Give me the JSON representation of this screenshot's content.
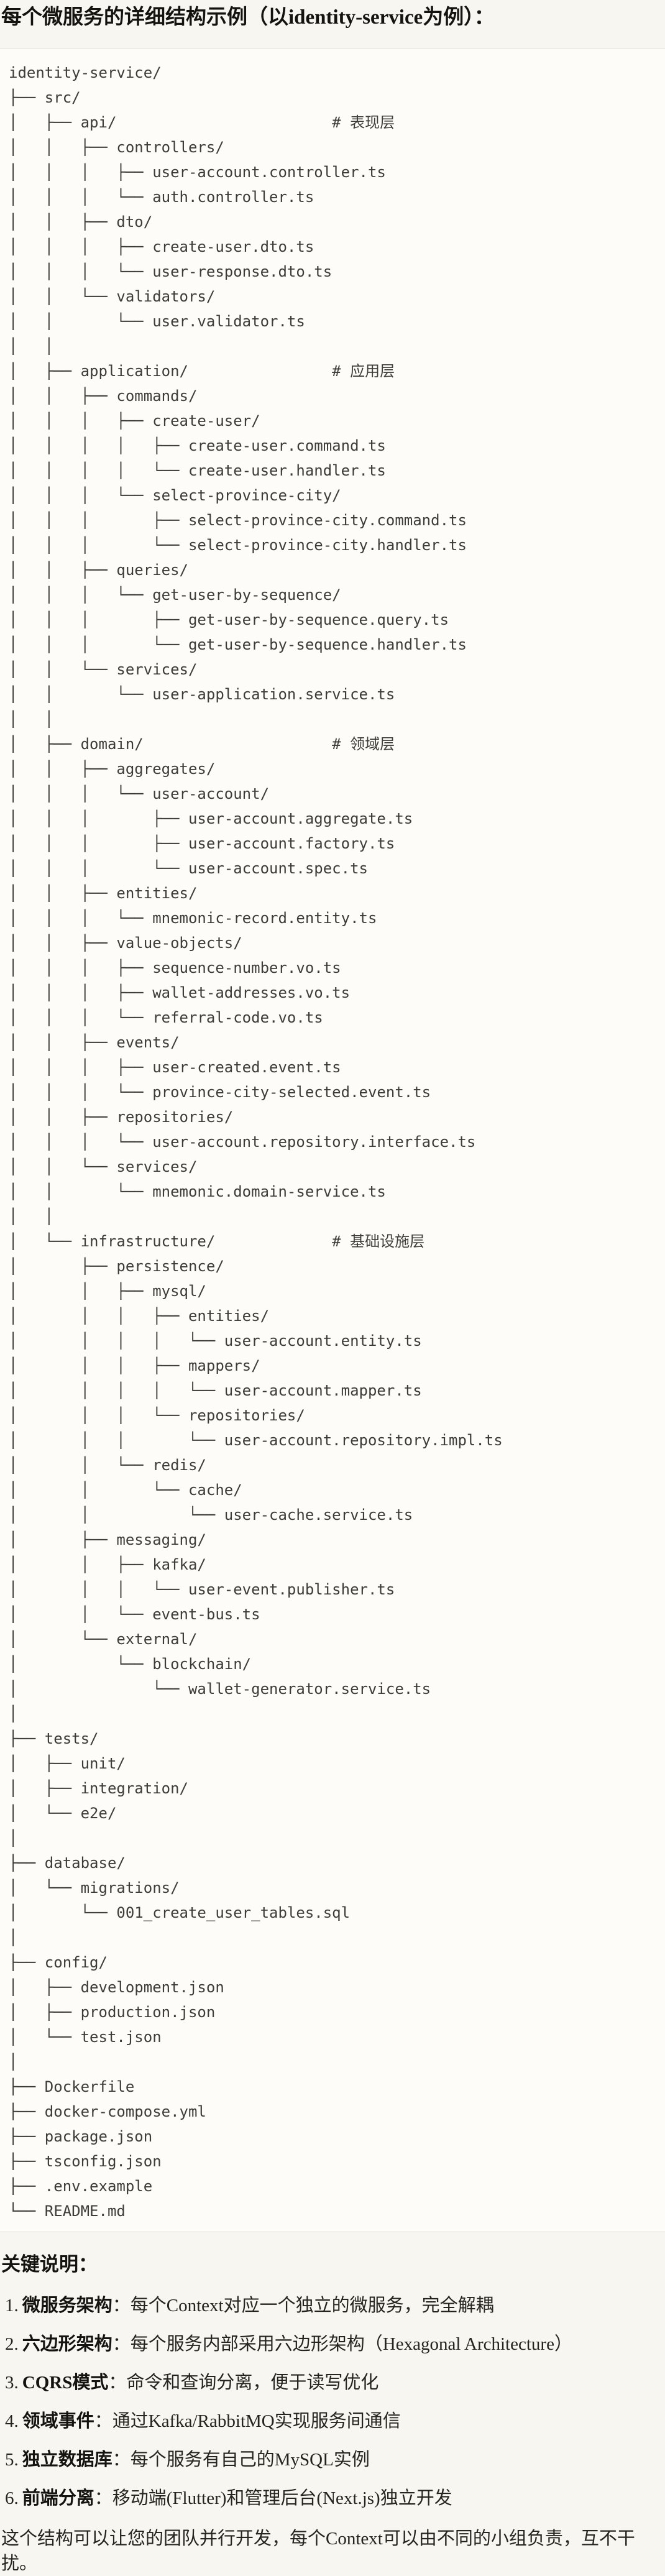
{
  "title": "每个微服务的详细结构示例（以identity-service为例）：",
  "colors": {
    "page_background": "#F8F6F0",
    "code_background": "#FDFCF9",
    "code_border": "#DCD9D2",
    "code_text": "#3D3C38",
    "heading_text": "#141310",
    "body_text": "#26241F"
  },
  "tree": {
    "lines": [
      "identity-service/",
      "├── src/",
      "│   ├── api/                        # 表现层",
      "│   │   ├── controllers/",
      "│   │   │   ├── user-account.controller.ts",
      "│   │   │   └── auth.controller.ts",
      "│   │   ├── dto/",
      "│   │   │   ├── create-user.dto.ts",
      "│   │   │   └── user-response.dto.ts",
      "│   │   └── validators/",
      "│   │       └── user.validator.ts",
      "│   │",
      "│   ├── application/                # 应用层",
      "│   │   ├── commands/",
      "│   │   │   ├── create-user/",
      "│   │   │   │   ├── create-user.command.ts",
      "│   │   │   │   └── create-user.handler.ts",
      "│   │   │   └── select-province-city/",
      "│   │   │       ├── select-province-city.command.ts",
      "│   │   │       └── select-province-city.handler.ts",
      "│   │   ├── queries/",
      "│   │   │   └── get-user-by-sequence/",
      "│   │   │       ├── get-user-by-sequence.query.ts",
      "│   │   │       └── get-user-by-sequence.handler.ts",
      "│   │   └── services/",
      "│   │       └── user-application.service.ts",
      "│   │",
      "│   ├── domain/                     # 领域层",
      "│   │   ├── aggregates/",
      "│   │   │   └── user-account/",
      "│   │   │       ├── user-account.aggregate.ts",
      "│   │   │       ├── user-account.factory.ts",
      "│   │   │       └── user-account.spec.ts",
      "│   │   ├── entities/",
      "│   │   │   └── mnemonic-record.entity.ts",
      "│   │   ├── value-objects/",
      "│   │   │   ├── sequence-number.vo.ts",
      "│   │   │   ├── wallet-addresses.vo.ts",
      "│   │   │   └── referral-code.vo.ts",
      "│   │   ├── events/",
      "│   │   │   ├── user-created.event.ts",
      "│   │   │   └── province-city-selected.event.ts",
      "│   │   ├── repositories/",
      "│   │   │   └── user-account.repository.interface.ts",
      "│   │   └── services/",
      "│   │       └── mnemonic.domain-service.ts",
      "│   │",
      "│   └── infrastructure/             # 基础设施层",
      "│       ├── persistence/",
      "│       │   ├── mysql/",
      "│       │   │   ├── entities/",
      "│       │   │   │   └── user-account.entity.ts",
      "│       │   │   ├── mappers/",
      "│       │   │   │   └── user-account.mapper.ts",
      "│       │   │   └── repositories/",
      "│       │   │       └── user-account.repository.impl.ts",
      "│       │   └── redis/",
      "│       │       └── cache/",
      "│       │           └── user-cache.service.ts",
      "│       ├── messaging/",
      "│       │   ├── kafka/",
      "│       │   │   └── user-event.publisher.ts",
      "│       │   └── event-bus.ts",
      "│       └── external/",
      "│           └── blockchain/",
      "│               └── wallet-generator.service.ts",
      "│",
      "├── tests/",
      "│   ├── unit/",
      "│   ├── integration/",
      "│   └── e2e/",
      "│",
      "├── database/",
      "│   └── migrations/",
      "│       └── 001_create_user_tables.sql",
      "│",
      "├── config/",
      "│   ├── development.json",
      "│   ├── production.json",
      "│   └── test.json",
      "│",
      "├── Dockerfile",
      "├── docker-compose.yml",
      "├── package.json",
      "├── tsconfig.json",
      "├── .env.example",
      "└── README.md"
    ]
  },
  "notes": {
    "heading": "关键说明：",
    "items": [
      {
        "num": "1.",
        "term": "微服务架构",
        "desc": "：每个Context对应一个独立的微服务，完全解耦"
      },
      {
        "num": "2.",
        "term": "六边形架构",
        "desc": "：每个服务内部采用六边形架构（Hexagonal Architecture）"
      },
      {
        "num": "3.",
        "term": "CQRS模式",
        "desc": "：命令和查询分离，便于读写优化"
      },
      {
        "num": "4.",
        "term": "领域事件",
        "desc": "：通过Kafka/RabbitMQ实现服务间通信"
      },
      {
        "num": "5.",
        "term": "独立数据库",
        "desc": "：每个服务有自己的MySQL实例"
      },
      {
        "num": "6.",
        "term": "前端分离",
        "desc": "：移动端(Flutter)和管理后台(Next.js)独立开发"
      }
    ],
    "footer": "这个结构可以让您的团队并行开发，每个Context可以由不同的小组负责，互不干扰。"
  }
}
